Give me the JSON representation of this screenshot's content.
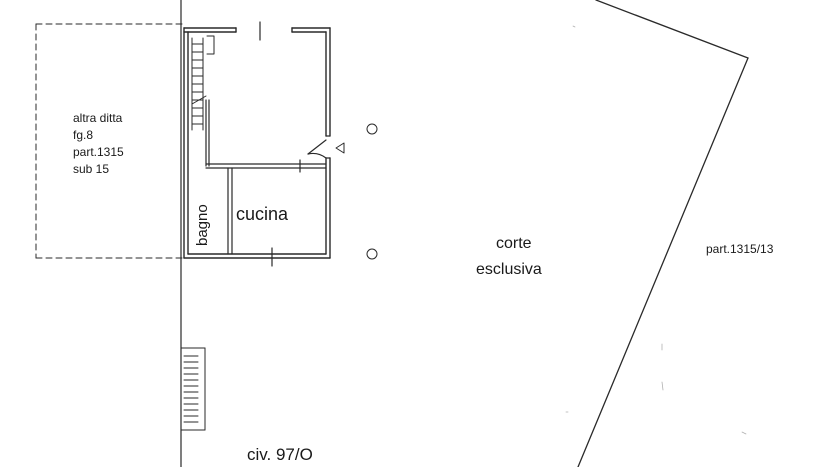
{
  "neighbor_unit": {
    "line1": "altra ditta",
    "line2": "fg.8",
    "line3": "part.1315",
    "line4": "sub 15"
  },
  "rooms": {
    "bathroom": "bagno",
    "kitchen": "cucina"
  },
  "courtyard": {
    "line1": "corte",
    "line2": "esclusiva"
  },
  "adjacent_parcel": "part.1315/13",
  "civic_number": "civ. 97/O",
  "colors": {
    "line": "#2a2a2a",
    "paper": "#ffffff"
  }
}
